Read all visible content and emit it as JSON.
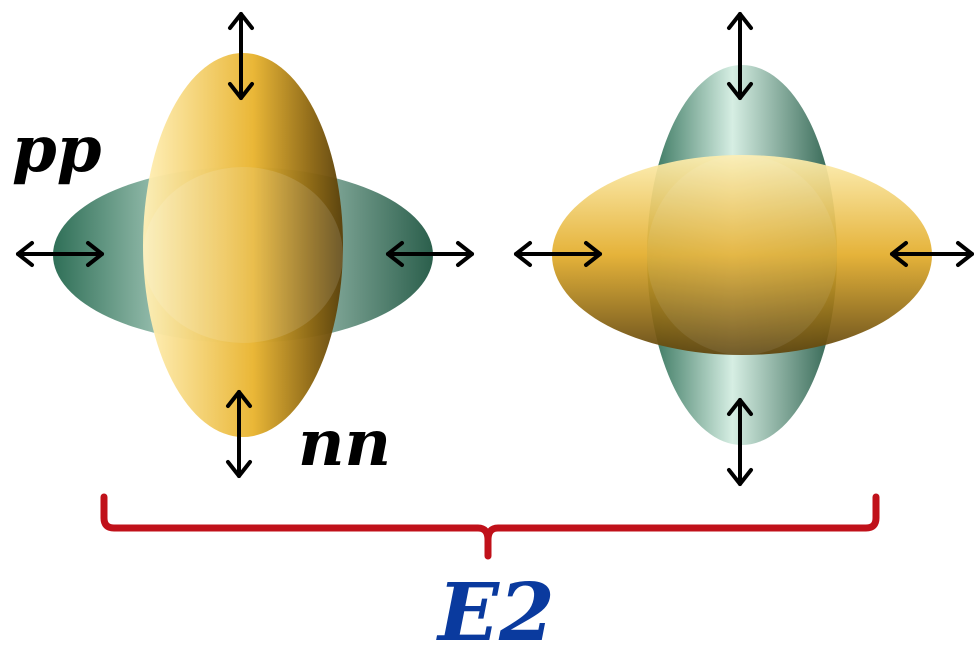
{
  "labels": {
    "pp": "pp",
    "nn": "nn",
    "mode": "E2"
  },
  "colors": {
    "proton_green": "#3f8f6e",
    "neutron_gold": "#e6b02e",
    "arrow": "#000000",
    "bracket": "#c0111a",
    "mode_label": "#0a3a9e",
    "text": "#000000"
  },
  "icons": [
    "double-headed-arrow-icon",
    "curly-bracket-icon"
  ]
}
